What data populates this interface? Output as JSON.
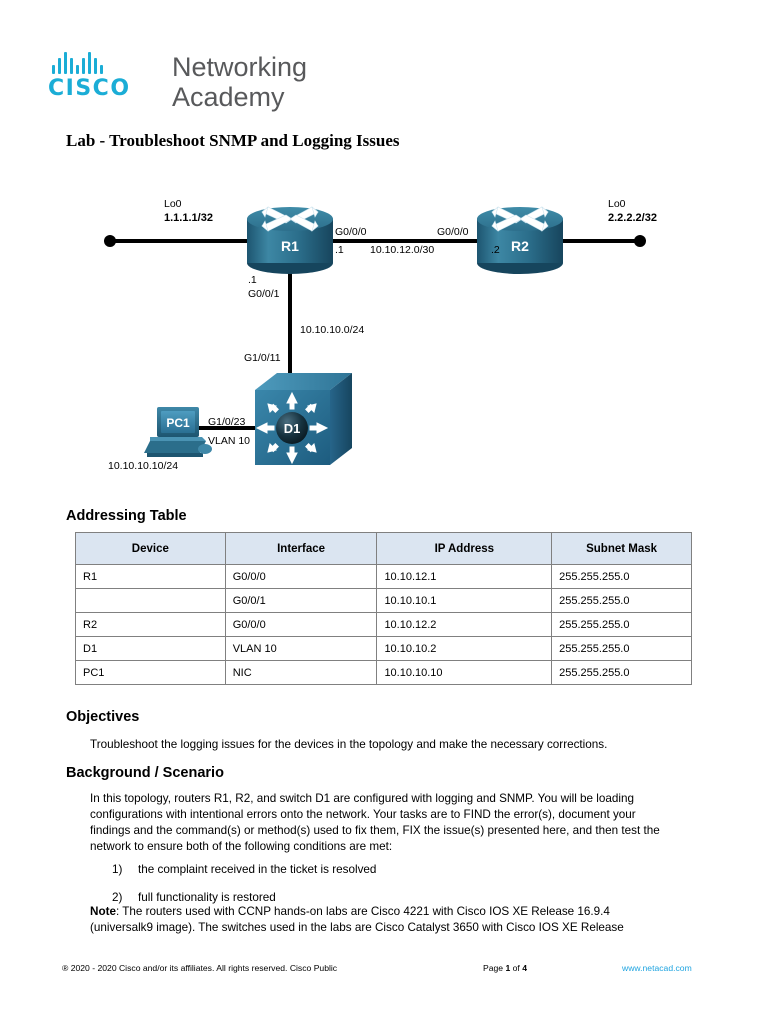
{
  "brand": {
    "cisco_wordmark": "CISCO",
    "line1": "Networking",
    "line2": "Academy",
    "logo_color": "#1badd6"
  },
  "document": {
    "title": "Lab - Troubleshoot SNMP and Logging Issues"
  },
  "topology": {
    "devices": [
      {
        "id": "r1",
        "label": "R1",
        "type": "router"
      },
      {
        "id": "r2",
        "label": "R2",
        "type": "router"
      },
      {
        "id": "d1",
        "label": "D1",
        "type": "switch"
      },
      {
        "id": "pc1",
        "label": "PC1",
        "type": "pc"
      }
    ],
    "labels": {
      "r1_lo0_name": "Lo0",
      "r1_lo0_addr": "1.1.1.1/32",
      "r2_lo0_name": "Lo0",
      "r2_lo0_addr": "2.2.2.2/32",
      "r1_g000_int": "G0/0/0",
      "r1_g000_host": ".1",
      "r2_g000_int": "G0/0/0",
      "r2_g000_host": ".2",
      "link_r1_r2_net": "10.10.12.0/30",
      "r1_g001_host": ".1",
      "r1_g001_int": "G0/0/1",
      "link_r1_d1_net": "10.10.10.0/24",
      "d1_g1011_int": "G1/0/11",
      "d1_g1023_int": "G1/0/23",
      "pc1_vlan": "VLAN 10",
      "pc1_addr": "10.10.10.10/24"
    }
  },
  "sections": {
    "addressing_heading": "Addressing Table",
    "objectives_heading": "Objectives",
    "background_heading": "Background / Scenario"
  },
  "table": {
    "headers": [
      "Device",
      "Interface",
      "IP Address",
      "Subnet Mask"
    ],
    "rows": [
      {
        "device": "R1",
        "interface": "G0/0/0",
        "ip": "10.10.12.1",
        "mask": "255.255.255.0"
      },
      {
        "device": "",
        "interface": "G0/0/1",
        "ip": "10.10.10.1",
        "mask": "255.255.255.0"
      },
      {
        "device": "R2",
        "interface": "G0/0/0",
        "ip": "10.10.12.2",
        "mask": "255.255.255.0"
      },
      {
        "device": "D1",
        "interface": "VLAN 10",
        "ip": "10.10.10.2",
        "mask": "255.255.255.0"
      },
      {
        "device": "PC1",
        "interface": "NIC",
        "ip": "10.10.10.10",
        "mask": "255.255.255.0"
      }
    ]
  },
  "objectives": {
    "text": "Troubleshoot the logging issues for the devices in the topology and make the necessary corrections."
  },
  "background": {
    "paragraph": "In this topology, routers R1, R2, and switch D1 are configured with logging and SNMP. You will be loading configurations with intentional errors onto the network. Your tasks are to FIND the error(s), document your findings and the command(s) or method(s) used to fix them, FIX the issue(s) presented here, and then test the network to ensure both of the following conditions are met:",
    "conditions": [
      {
        "num": "1)",
        "text": "the complaint received in the ticket is resolved"
      },
      {
        "num": "2)",
        "text": "full functionality is restored"
      }
    ],
    "note_label": "Note",
    "note_text": ": The routers used with CCNP hands-on labs are Cisco 4221 with Cisco IOS XE Release 16.9.4 (universalk9 image). The switches used in the labs are Cisco Catalyst 3650 with Cisco IOS XE Release"
  },
  "footer": {
    "copyright": "®  2020 - 2020 Cisco and/or its affiliates. All rights reserved. Cisco Public",
    "page_prefix": "Page ",
    "page_current": "1",
    "page_mid": " of ",
    "page_total": "4",
    "link": "www.netacad.com",
    "link_color": "#1fa4e0"
  }
}
